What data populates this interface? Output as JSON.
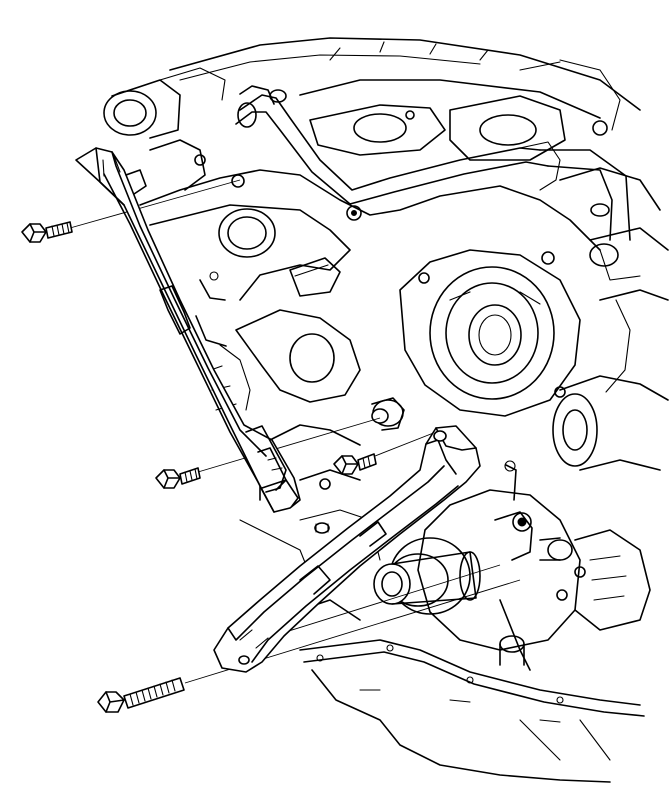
{
  "figure": {
    "subject": "engine-front-timing-chain-guides-exploded-view",
    "background_color": "#ffffff",
    "line_color": "#000000"
  },
  "parts": [
    {
      "id": "upper-left-guide",
      "kind": "timing-chain-guide"
    },
    {
      "id": "lower-right-guide",
      "kind": "timing-chain-guide"
    },
    {
      "id": "bolt-upper-left",
      "kind": "bolt"
    },
    {
      "id": "bolt-middle-left",
      "kind": "bolt"
    },
    {
      "id": "bolt-middle-right",
      "kind": "bolt"
    },
    {
      "id": "bolt-lower-long",
      "kind": "long-bolt"
    }
  ]
}
